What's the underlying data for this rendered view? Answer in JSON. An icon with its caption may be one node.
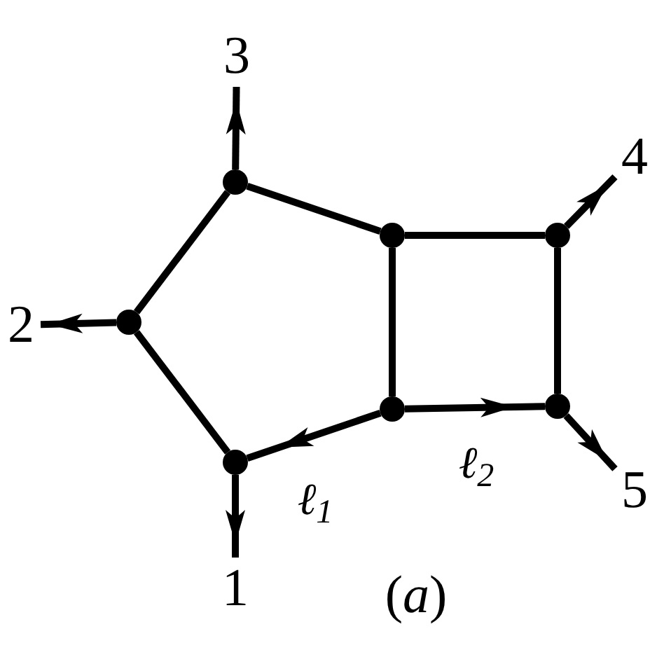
{
  "diagram": {
    "caption": "(*a*)",
    "nodes": [
      {
        "text": [
          "3"
        ]
      },
      {
        "text": [],
        "shape": "circle"
      },
      {
        "text": [
          "2"
        ]
      },
      {
        "text": [],
        "shape": "circle"
      },
      {
        "text": [],
        "shape": "circle"
      },
      {
        "text": [],
        "shape": "circle"
      },
      {
        "text": [
          "4"
        ]
      },
      {
        "text": [],
        "shape": "circle"
      },
      {
        "text": [],
        "shape": "circle"
      },
      {
        "text": [],
        "shape": "circle"
      },
      {
        "text": [
          "5"
        ]
      },
      {
        "text": [
          "1"
        ]
      }
    ],
    "edges": [
      {
        "from": 1,
        "to": 0,
        "arrow": "to"
      },
      {
        "from": 3,
        "to": 2,
        "arrow": "to"
      },
      {
        "from": 9,
        "to": 11,
        "arrow": "to"
      },
      {
        "from": 5,
        "to": 6,
        "arrow": "to"
      },
      {
        "from": 8,
        "to": 10,
        "arrow": "to"
      },
      {
        "from": 1,
        "to": 3,
        "arrow": "none"
      },
      {
        "from": 3,
        "to": 9,
        "arrow": "none"
      },
      {
        "from": 1,
        "to": 4,
        "arrow": "none"
      },
      {
        "from": 4,
        "to": 5,
        "arrow": "none"
      },
      {
        "from": 4,
        "to": 7,
        "arrow": "none"
      },
      {
        "from": 5,
        "to": 8,
        "arrow": "none"
      },
      {
        "from": 7,
        "to": 8,
        "arrow": "to",
        "label": "ℓ$_{2}$"
      },
      {
        "from": 7,
        "to": 9,
        "arrow": "to",
        "label": "ℓ$_{1}$"
      }
    ]
  }
}
